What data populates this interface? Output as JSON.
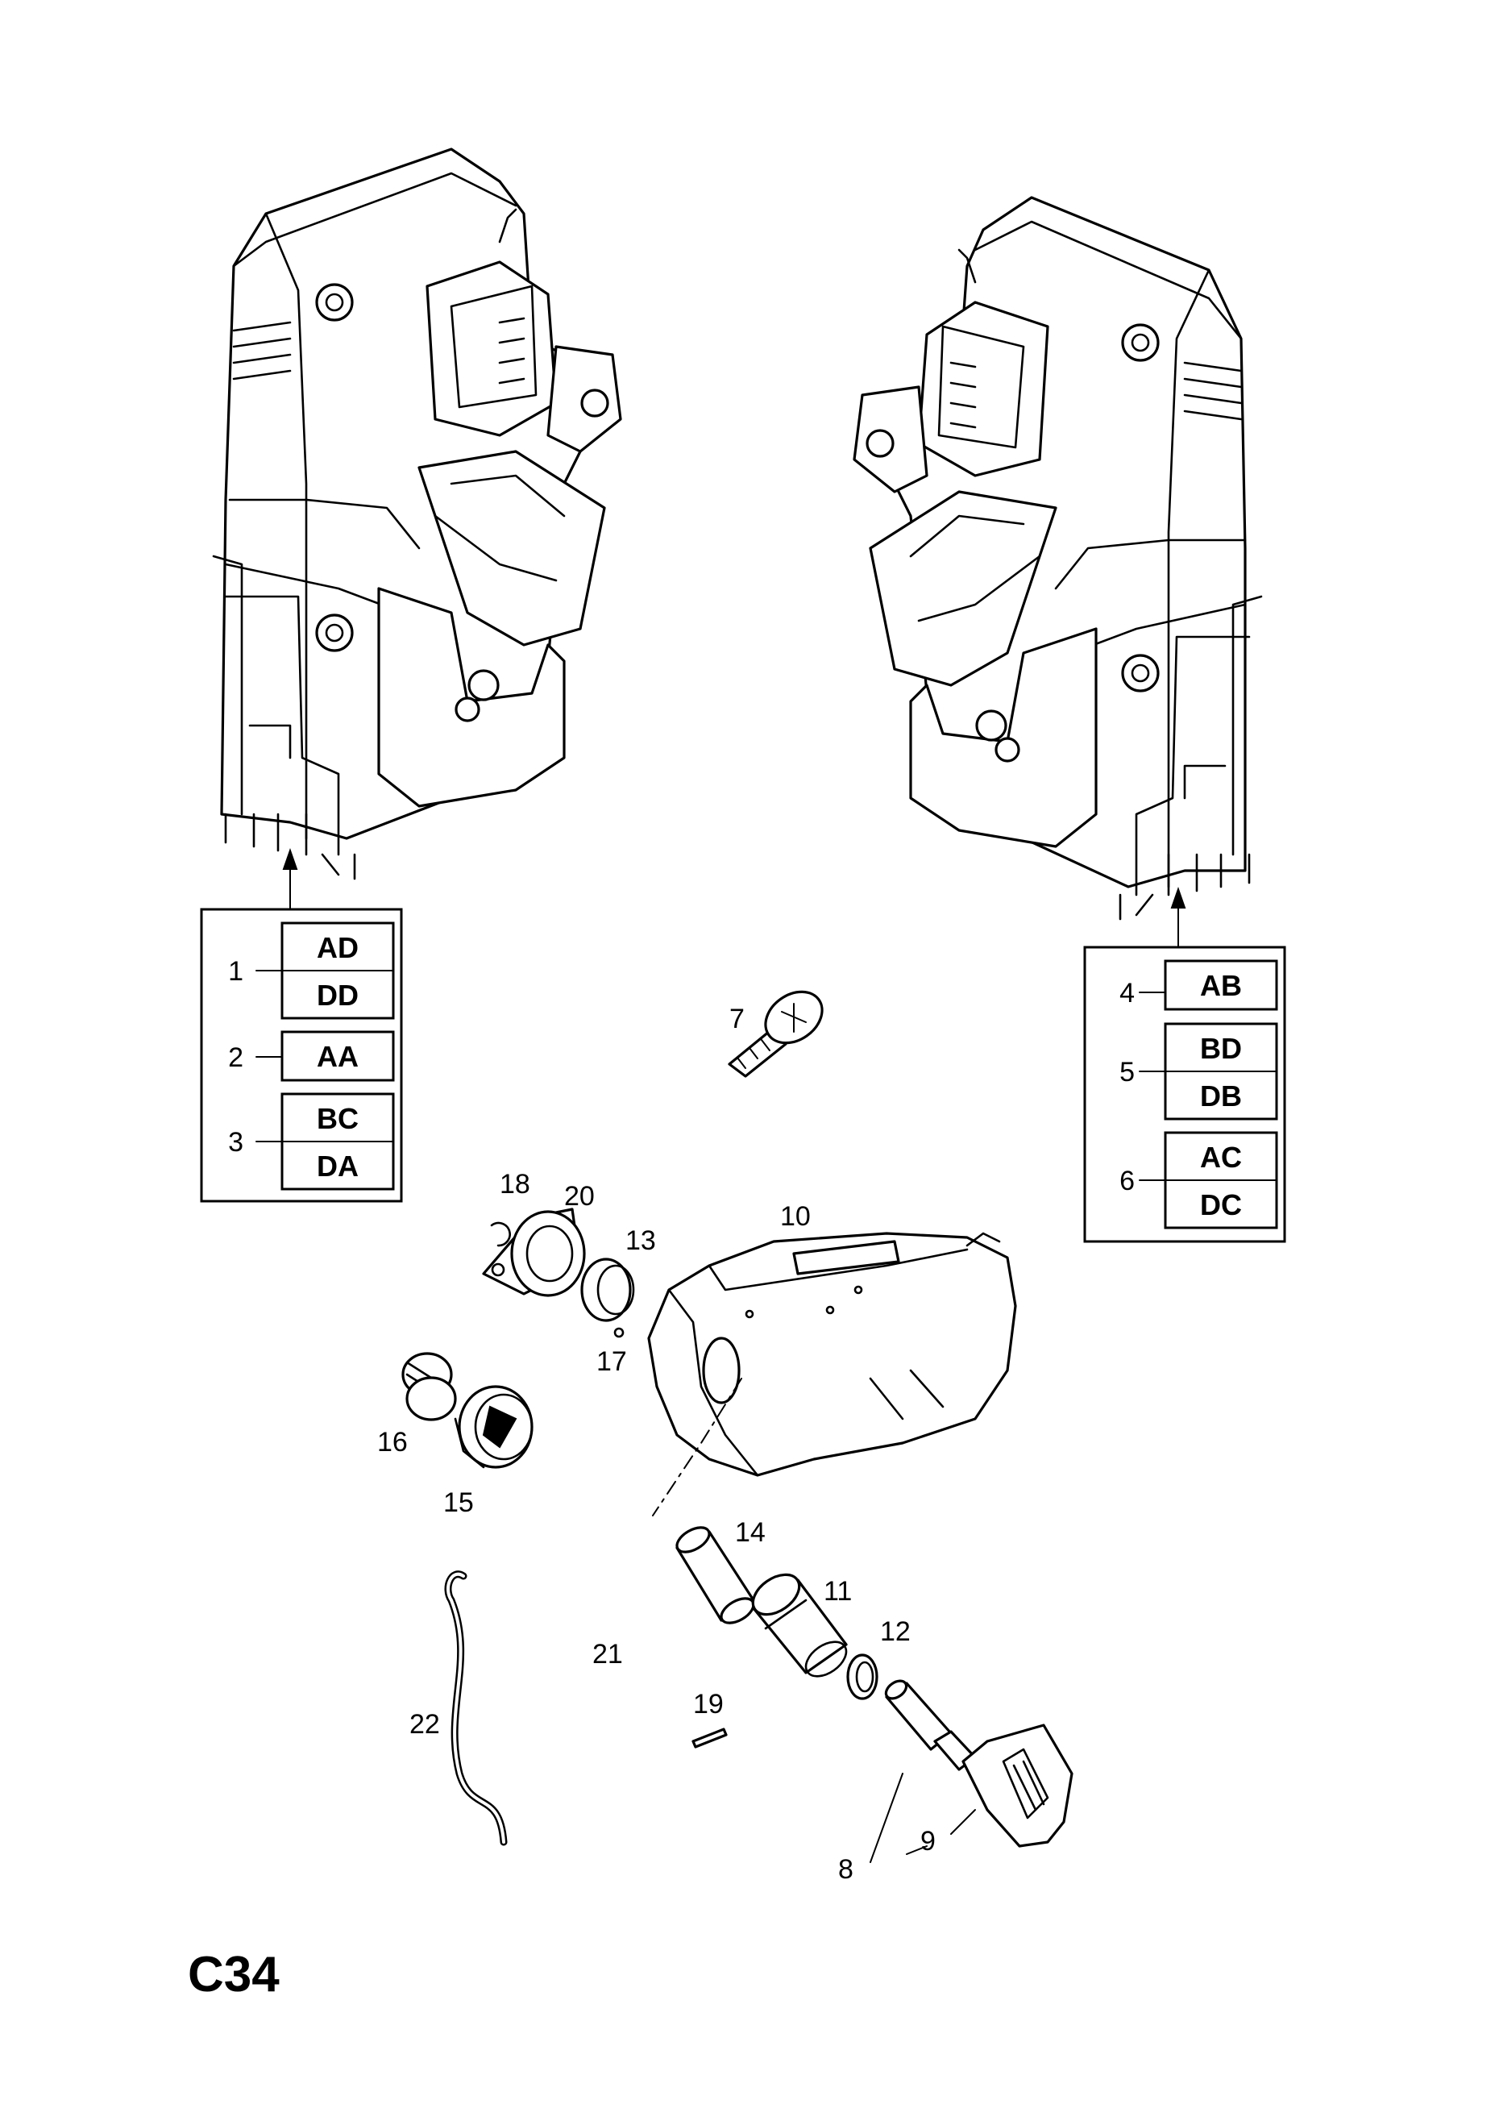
{
  "page_code": "C34",
  "code_boxes": {
    "left": [
      {
        "number": "1",
        "codes": [
          "AD",
          "DD"
        ]
      },
      {
        "number": "2",
        "codes": [
          "AA"
        ]
      },
      {
        "number": "3",
        "codes": [
          "BC",
          "DA"
        ]
      }
    ],
    "right": [
      {
        "number": "4",
        "codes": [
          "AB"
        ]
      },
      {
        "number": "5",
        "codes": [
          "BD",
          "DB"
        ]
      },
      {
        "number": "6",
        "codes": [
          "AC",
          "DC"
        ]
      }
    ]
  },
  "callouts": {
    "c7": "7",
    "c8": "8",
    "c9": "9",
    "c10": "10",
    "c11": "11",
    "c12": "12",
    "c13": "13",
    "c14": "14",
    "c15": "15",
    "c16": "16",
    "c17": "17",
    "c18": "18",
    "c19": "19",
    "c20": "20",
    "c21": "21",
    "c22": "22"
  }
}
